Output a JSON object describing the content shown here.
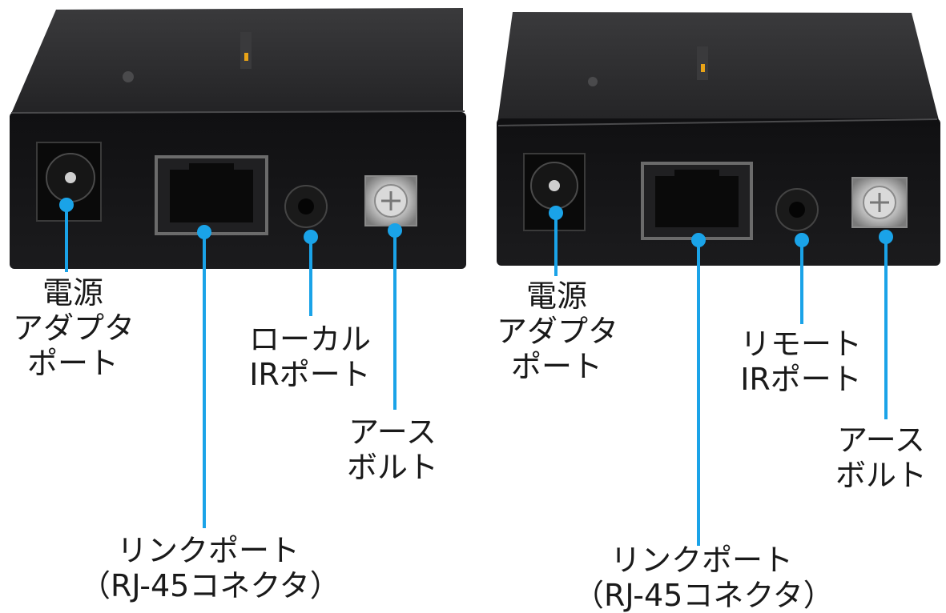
{
  "colors": {
    "background": "#ffffff",
    "leader_line": "#1aa3e8",
    "device_body": "#1c1c1e",
    "device_top": "#2a2a2c",
    "label_text": "#1a1a1a"
  },
  "devices": [
    {
      "id": "local",
      "labels": {
        "power": [
          "電源",
          "アダプタ",
          "ポート"
        ],
        "ir": [
          "ローカル",
          "IRポート"
        ],
        "ground": [
          "アース",
          "ボルト"
        ],
        "link": [
          "リンクポート",
          "（RJ-45コネクタ）"
        ]
      }
    },
    {
      "id": "remote",
      "labels": {
        "power": [
          "電源",
          "アダプタ",
          "ポート"
        ],
        "ir": [
          "リモート",
          "IRポート"
        ],
        "ground": [
          "アース",
          "ボルト"
        ],
        "link": [
          "リンクポート",
          "（RJ-45コネクタ）"
        ]
      }
    }
  ]
}
